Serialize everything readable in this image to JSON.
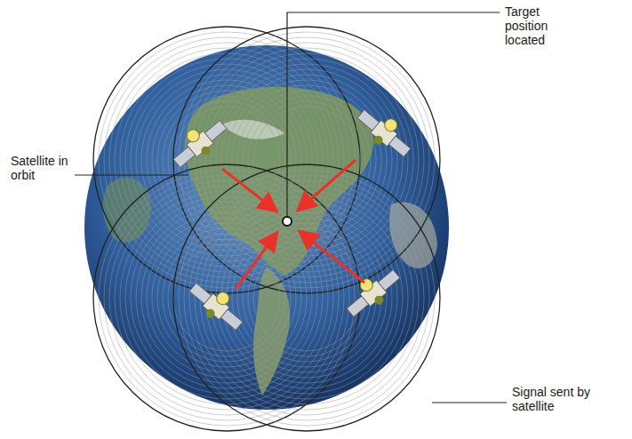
{
  "diagram": {
    "labels": [
      "Target position located",
      "Satellite in orbit",
      "Signal sent by satellite"
    ]
  }
}
